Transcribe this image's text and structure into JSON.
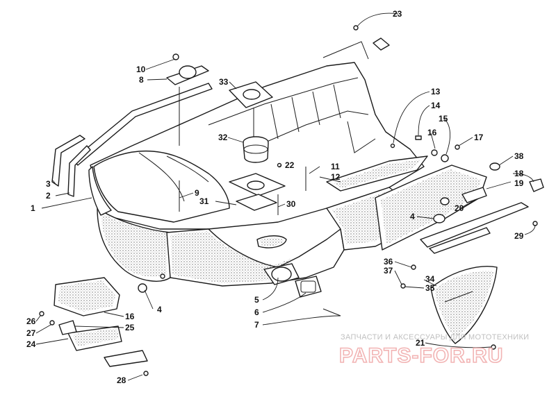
{
  "callouts": [
    {
      "id": "c23",
      "text": "23"
    },
    {
      "id": "c10",
      "text": "10"
    },
    {
      "id": "c8",
      "text": "8"
    },
    {
      "id": "c33",
      "text": "33"
    },
    {
      "id": "c13",
      "text": "13"
    },
    {
      "id": "c14",
      "text": "14"
    },
    {
      "id": "c15",
      "text": "15"
    },
    {
      "id": "c16a",
      "text": "16"
    },
    {
      "id": "c17",
      "text": "17"
    },
    {
      "id": "c38",
      "text": "38"
    },
    {
      "id": "c18",
      "text": "18"
    },
    {
      "id": "c19",
      "text": "19"
    },
    {
      "id": "c32",
      "text": "32"
    },
    {
      "id": "c22",
      "text": "22"
    },
    {
      "id": "c11",
      "text": "11"
    },
    {
      "id": "c12",
      "text": "12"
    },
    {
      "id": "c3",
      "text": "3"
    },
    {
      "id": "c2",
      "text": "2"
    },
    {
      "id": "c1",
      "text": "1"
    },
    {
      "id": "c9",
      "text": "9"
    },
    {
      "id": "c31",
      "text": "31"
    },
    {
      "id": "c30",
      "text": "30"
    },
    {
      "id": "c20",
      "text": "20"
    },
    {
      "id": "c4a",
      "text": "4"
    },
    {
      "id": "c29",
      "text": "29"
    },
    {
      "id": "c36",
      "text": "36"
    },
    {
      "id": "c37",
      "text": "37"
    },
    {
      "id": "c34",
      "text": "34"
    },
    {
      "id": "c35",
      "text": "35"
    },
    {
      "id": "c4b",
      "text": "4"
    },
    {
      "id": "c5",
      "text": "5"
    },
    {
      "id": "c6",
      "text": "6"
    },
    {
      "id": "c7",
      "text": "7"
    },
    {
      "id": "c16b",
      "text": "16"
    },
    {
      "id": "c26",
      "text": "26"
    },
    {
      "id": "c25",
      "text": "25"
    },
    {
      "id": "c27",
      "text": "27"
    },
    {
      "id": "c24",
      "text": "24"
    },
    {
      "id": "c21",
      "text": "21"
    },
    {
      "id": "c28",
      "text": "28"
    }
  ],
  "watermark": {
    "caption": "ЗАПЧАСТИ И АКСЕССУАРЫ ДЛЯ МОТОТЕХНИКИ",
    "logo": "PARTS-FOR.RU"
  }
}
